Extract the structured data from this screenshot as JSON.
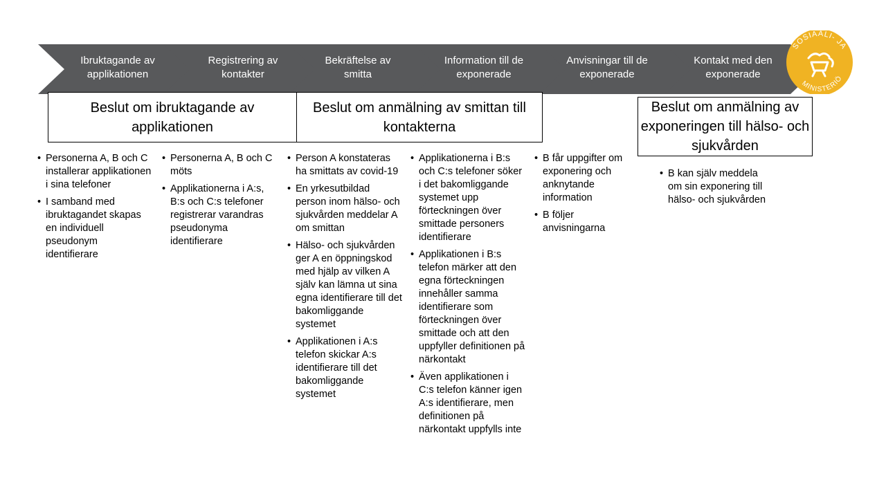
{
  "process_steps": [
    {
      "label": "Ibruktagande av applikationen"
    },
    {
      "label": "Registrering av kontakter"
    },
    {
      "label": "Bekräftelse av smitta"
    },
    {
      "label": "Information till de exponerade"
    },
    {
      "label": "Anvisningar till de exponerade"
    },
    {
      "label": "Kontakt med den exponerade"
    }
  ],
  "decisions": [
    {
      "label": "Beslut om ibruktagande av applikationen"
    },
    {
      "label": "Beslut om anmälning av smittan till kontakterna"
    },
    {
      "label": "Beslut om anmälning av exponeringen till hälso- och sjukvården"
    }
  ],
  "columns": [
    {
      "bullets": [
        "Personerna A, B och C installerar applikationen i sina telefoner",
        "I samband med ibruktagandet skapas en individuell pseudonym identifierare"
      ]
    },
    {
      "bullets": [
        "Personerna A, B och C möts",
        "Applikationerna i A:s, B:s och C:s telefoner registrerar varandras pseudonyma identifierare"
      ]
    },
    {
      "bullets": [
        "Person A konstateras ha smittats av covid-19",
        "En yrkesutbildad person inom hälso- och sjukvården meddelar A om smittan",
        "Hälso- och sjukvården ger A en öppningskod med hjälp av vilken A själv kan lämna ut sina egna identifierare till det bakomliggande systemet",
        "Applikationen i A:s telefon skickar A:s identifierare till det bakomliggande systemet"
      ]
    },
    {
      "bullets": [
        "Applikationerna i B:s och C:s telefoner söker i det bakomliggande systemet upp förteckningen över smittade personers identifierare",
        "Applikationen i B:s telefon märker att den egna förteckningen innehåller samma identifierare som förteckningen över smittade och att den uppfyller definitionen på närkontakt",
        "Även applikationen i C:s telefon känner igen A:s identifierare, men definitionen på närkontakt uppfylls inte"
      ]
    },
    {
      "bullets": [
        "B får uppgifter om exponering och anknytande information",
        "B följer anvisningarna"
      ]
    },
    {
      "bullets": [
        "B kan själv meddela om sin exponering till hälso- och sjukvården"
      ]
    }
  ],
  "logo": {
    "text_top": "SOSIAALI- JA",
    "text_bottom": "MINISTERIÖ"
  },
  "colors": {
    "chevron": "#58595b",
    "logo": "#f0b323",
    "text": "#000000"
  }
}
